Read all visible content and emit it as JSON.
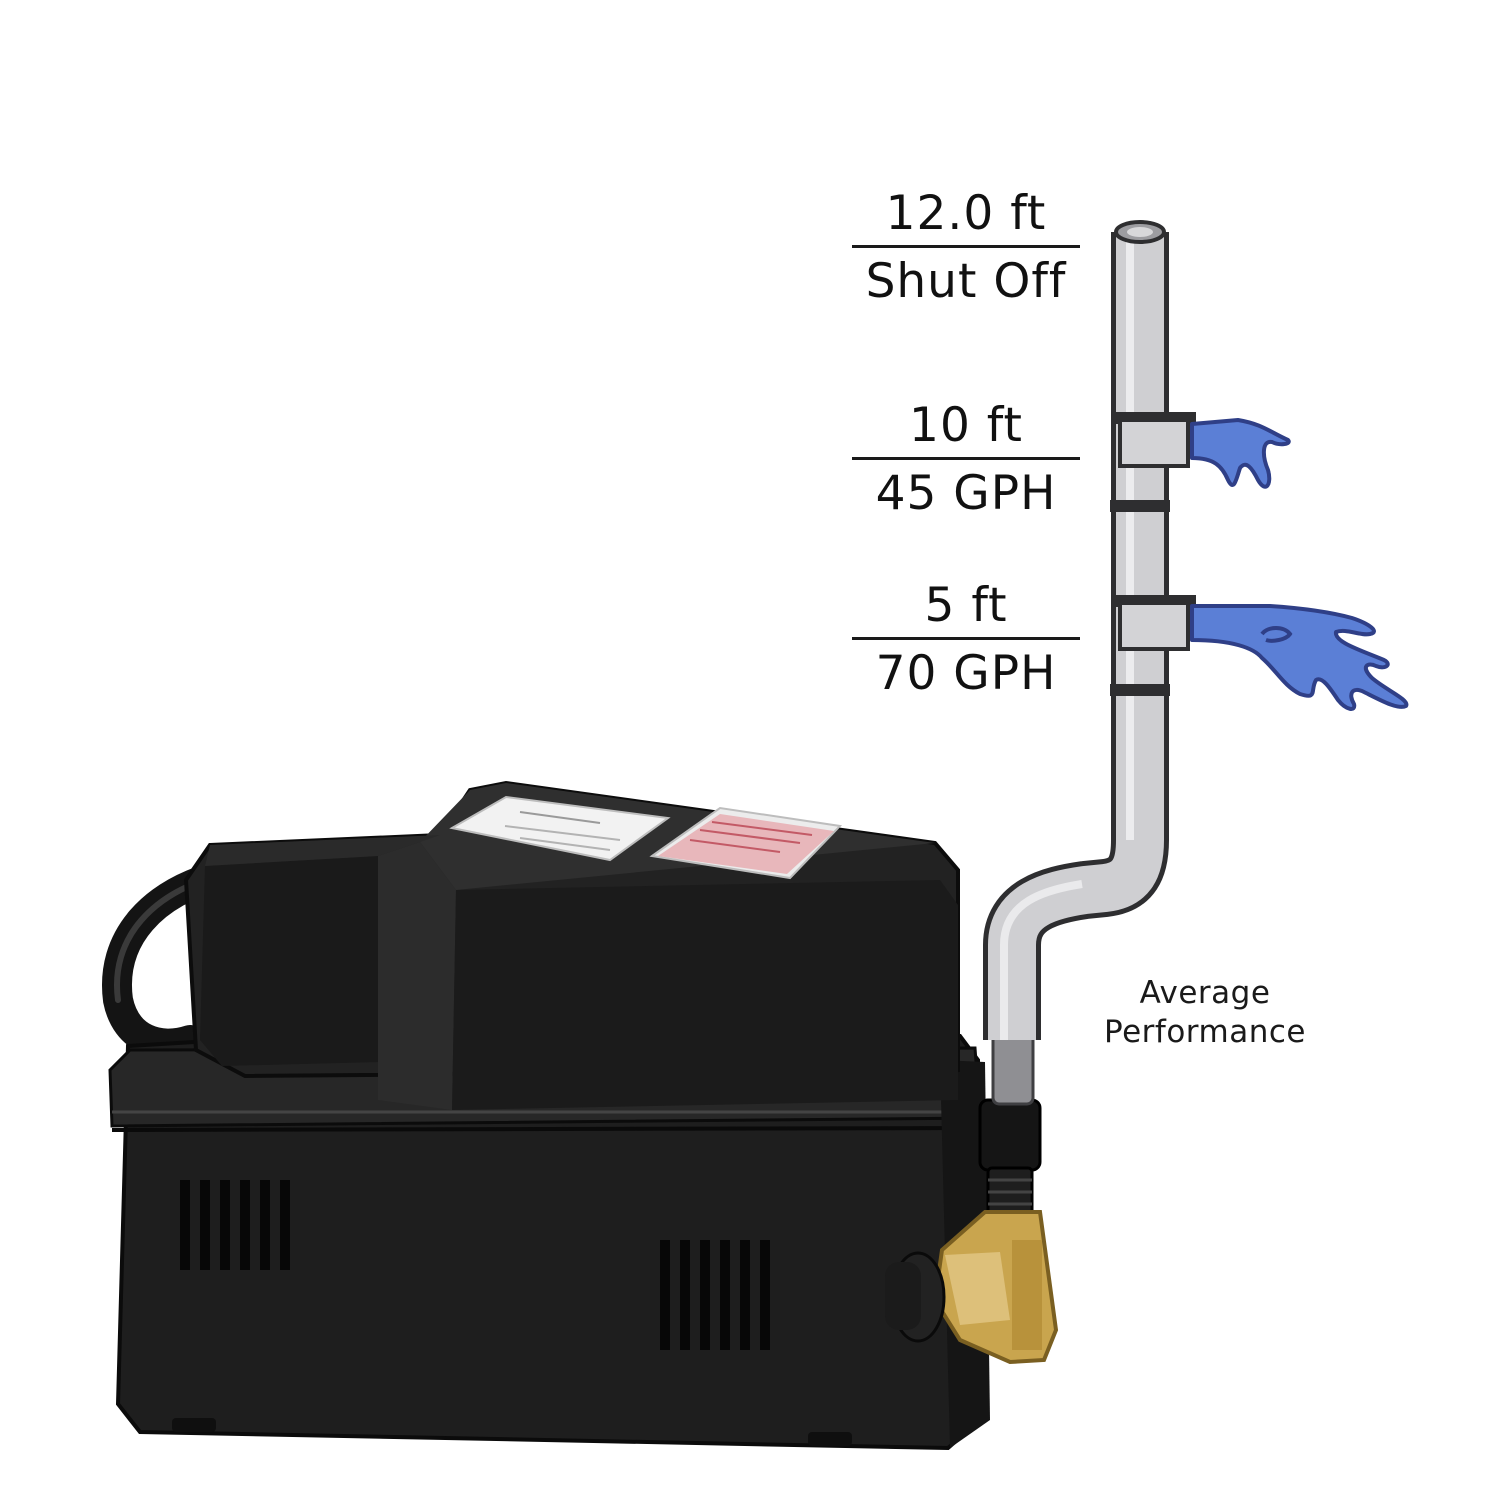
{
  "diagram": {
    "levels": [
      {
        "height": "12.0 ft",
        "result": "Shut Off"
      },
      {
        "height": "10 ft",
        "result": "45 GPH"
      },
      {
        "height": "5 ft",
        "result": "70 GPH"
      }
    ],
    "caption": {
      "line1": "Average",
      "line2": "Performance"
    }
  },
  "colors": {
    "water": "#5b7fd6",
    "water_outline": "#2f3f87",
    "pump_body": "#1c1c1c",
    "brass_fitting": "#c9a54e",
    "tube": "#cfcfd2"
  }
}
